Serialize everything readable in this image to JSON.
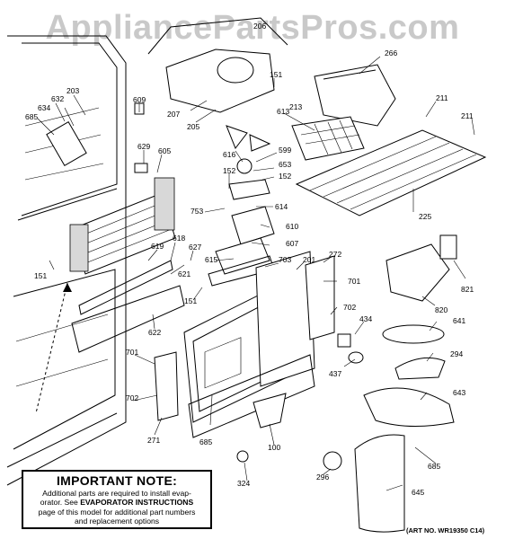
{
  "watermark": "AppliancePartsPros.com",
  "note": {
    "title": "IMPORTANT NOTE:",
    "line1": "Additional parts are required to install evap-",
    "line2_pre": "orator.  See ",
    "line2_bold": "EVAPORATOR INSTRUCTIONS",
    "line3": "page of this model for additional part numbers",
    "line4": "and replacement options"
  },
  "art_number": "(ART NO. WR19350 C14)",
  "callouts": [
    "203",
    "632",
    "634",
    "685",
    "609",
    "629",
    "605",
    "151",
    "618",
    "619",
    "621",
    "622",
    "701",
    "702",
    "271",
    "685",
    "205",
    "207",
    "151",
    "616",
    "599",
    "653",
    "152",
    "152",
    "614",
    "753",
    "610",
    "607",
    "627",
    "615",
    "703",
    "201",
    "272",
    "701",
    "702",
    "434",
    "437",
    "613",
    "213",
    "266",
    "211",
    "211",
    "225",
    "821",
    "820",
    "641",
    "294",
    "643",
    "685",
    "645",
    "296",
    "324",
    "100",
    "151",
    "206"
  ]
}
